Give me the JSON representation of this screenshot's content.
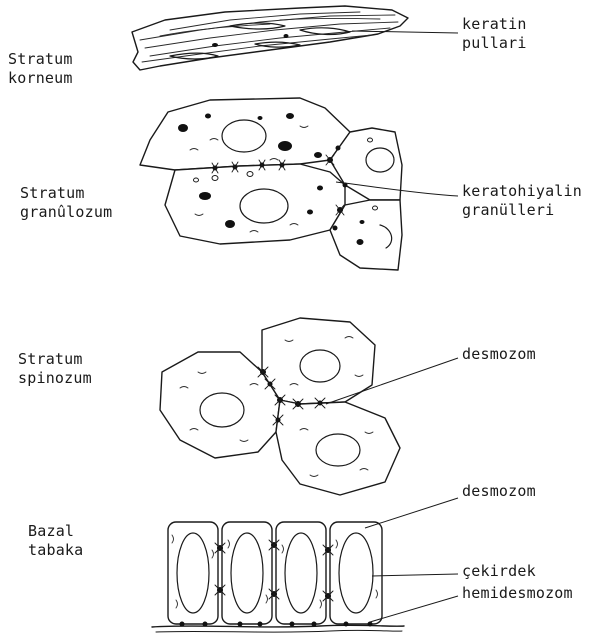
{
  "labels": {
    "stratum_korneum": [
      "Stratum",
      "korneum"
    ],
    "stratum_granulozum": [
      "Stratum",
      "granûlozum"
    ],
    "stratum_spinozum": [
      "Stratum",
      "spinozum"
    ],
    "bazal_tabaka": [
      "Bazal",
      "tabaka"
    ],
    "keratin_pullari": [
      "keratin",
      "pullari"
    ],
    "keratohiyalin_granulleri": [
      "keratohiyalin",
      "granülleri"
    ],
    "desmozom_upper": "desmozom",
    "desmozom_lower": "desmozom",
    "cekirdek": "çekirdek",
    "hemidesmozom": "hemidesmozom"
  },
  "colors": {
    "ink": "#1a1a1a",
    "background": "#ffffff"
  }
}
